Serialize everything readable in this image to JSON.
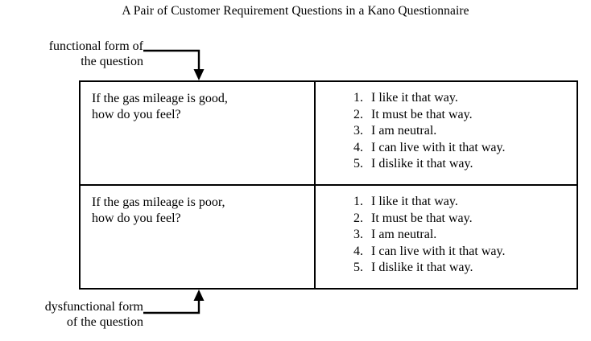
{
  "figure": {
    "title": "A Pair of Customer Requirement Questions in a Kano Questionnaire",
    "background_color": "#ffffff",
    "ink_color": "#000000"
  },
  "callouts": {
    "functional": {
      "line1": "functional form of",
      "line2": "the question"
    },
    "dysfunctional": {
      "line1": "dysfunctional form",
      "line2": "of the question"
    }
  },
  "table": {
    "rows": [
      {
        "question": {
          "line1": "If the gas mileage is good,",
          "line2": "how do you feel?"
        },
        "answers": [
          {
            "num": "1.",
            "text": "I like it that way."
          },
          {
            "num": "2.",
            "text": "It must be that way."
          },
          {
            "num": "3.",
            "text": "I am neutral."
          },
          {
            "num": "4.",
            "text": "I can live with it that way."
          },
          {
            "num": "5.",
            "text": "I dislike it that way."
          }
        ]
      },
      {
        "question": {
          "line1": "If the gas mileage is poor,",
          "line2": "how do you feel?"
        },
        "answers": [
          {
            "num": "1.",
            "text": "I like it that way."
          },
          {
            "num": "2.",
            "text": "It must be that way."
          },
          {
            "num": "3.",
            "text": "I am neutral."
          },
          {
            "num": "4.",
            "text": "I can live with it that way."
          },
          {
            "num": "5.",
            "text": "I dislike it that way."
          }
        ]
      }
    ]
  }
}
